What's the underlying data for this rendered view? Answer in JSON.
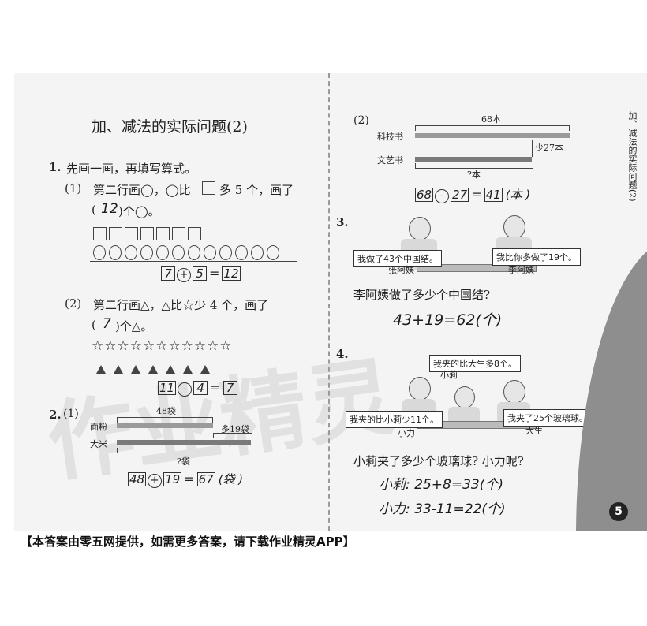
{
  "left": {
    "title": "加、减法的实际问题(2)",
    "q1": {
      "number": "1.",
      "instruction": "先画一画，再填写算式。",
      "p1_label": "(1)",
      "p1_text_a": "第二行画◯，◯比",
      "p1_text_b": "多 5 个，画了",
      "p1_answer_pre": "(",
      "p1_answer": "12",
      "p1_answer_post": ")个◯。",
      "p1_boxes": 7,
      "p1_ovals": 12,
      "p1_eq": [
        "7",
        "+",
        "5",
        "=",
        "12"
      ],
      "p2_label": "(2)",
      "p2_text": "第二行画△，△比☆少 4 个，画了",
      "p2_answer_pre": "(",
      "p2_answer": "7",
      "p2_answer_post": ")个△。",
      "p2_stars": "☆☆☆☆☆☆☆☆☆☆☆",
      "p2_tris": 7,
      "p2_eq": [
        "11",
        "-",
        "4",
        "=",
        "7"
      ]
    },
    "q2": {
      "number": "2.",
      "label": "(1)",
      "top_total": "48袋",
      "row1": "面粉",
      "row2": "大米",
      "more": "多19袋",
      "unknown": "?袋",
      "eq": [
        "48",
        "+",
        "19",
        "=",
        "67"
      ],
      "unit": "(袋 )"
    }
  },
  "right": {
    "q2_2": {
      "label": "(2)",
      "total": "68本",
      "row1": "科技书",
      "row2": "文艺书",
      "less": "少27本",
      "unknown": "?本",
      "eq": [
        "68",
        "-",
        "27",
        "=",
        "41"
      ],
      "unit": "(本 )"
    },
    "q3": {
      "number": "3.",
      "bubble1": "我做了43个中国结。",
      "bubble2": "我比你多做了19个。",
      "name1": "张阿姨",
      "name2": "李阿姨",
      "question": "李阿姨做了多少个中国结?",
      "answer": "43+19=62(个)"
    },
    "q4": {
      "number": "4.",
      "bubble_top": "我夹的比大生多8个。",
      "name_top": "小莉",
      "bubble_left": "我夹的比小莉少11个。",
      "name_left": "小力",
      "bubble_right": "我夹了25个玻璃球。",
      "name_right": "大生",
      "question": "小莉夹了多少个玻璃球? 小力呢?",
      "answer1": "小莉: 25+8=33(个)",
      "answer2": "小力: 33-11=22(个)"
    },
    "side_tab": "加、减法的实际问题(2)",
    "page_number": "5"
  },
  "footer": "【本答案由零五网提供，如需更多答案，请下载作业精灵APP】"
}
